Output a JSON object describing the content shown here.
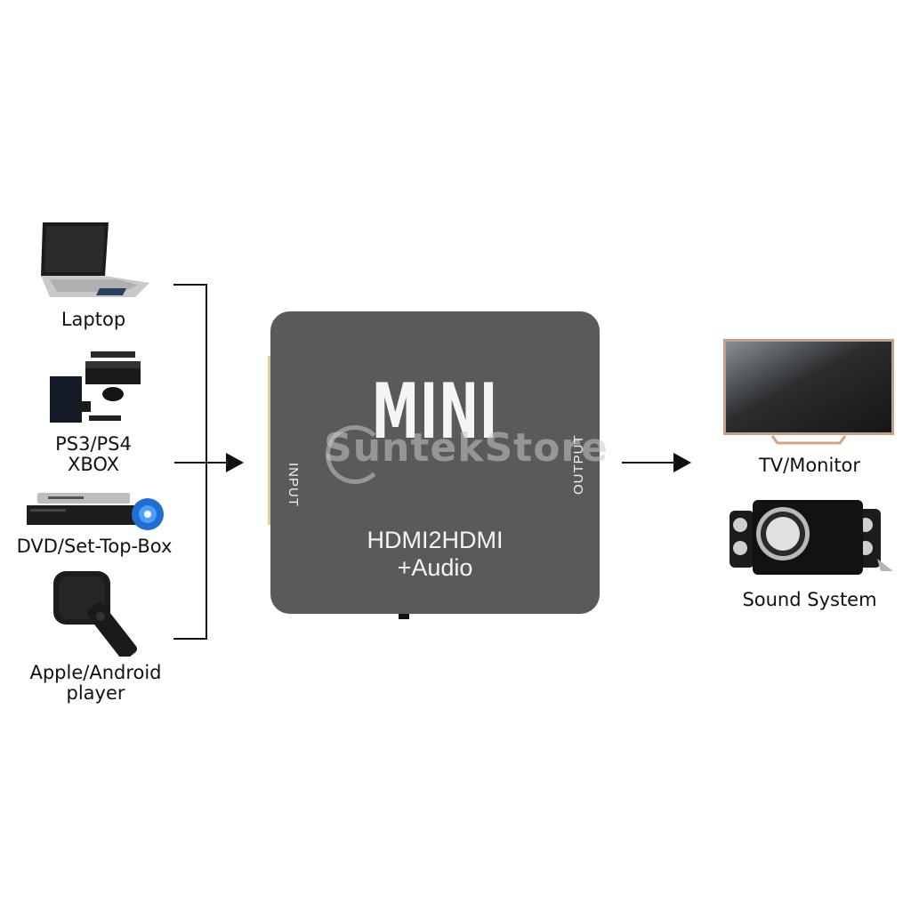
{
  "inputs": [
    {
      "label": "Laptop",
      "icon": "laptop-icon"
    },
    {
      "label": "PS3/PS4\nXBOX",
      "line1": "PS3/PS4",
      "line2": "XBOX",
      "icon": "game-console-icon"
    },
    {
      "label": "DVD/Set-Top-Box",
      "icon": "dvd-player-icon"
    },
    {
      "label": "Apple/Android player",
      "line1": "Apple/Android",
      "line2": "player",
      "icon": "media-player-icon"
    }
  ],
  "device": {
    "brand_text": "MINI",
    "input_label": "INPUT",
    "output_label": "OUTPUT",
    "model_line1": "HDMI2HDMI",
    "model_line2": "+Audio",
    "body_color": "#5a5a5a"
  },
  "watermark": "SuntekStore",
  "outputs": [
    {
      "label": "TV/Monitor",
      "icon": "tv-icon"
    },
    {
      "label": "Sound System",
      "icon": "speaker-system-icon"
    }
  ]
}
